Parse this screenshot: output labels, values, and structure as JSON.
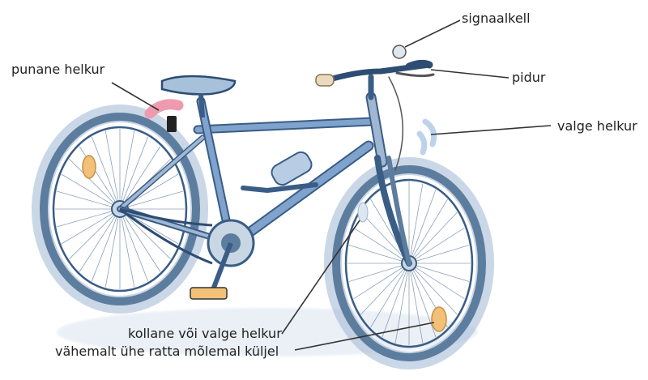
{
  "labels": {
    "bell": "signaalkell",
    "brake": "pidur",
    "red_reflector": "punane helkur",
    "white_reflector": "valge helkur",
    "wheel_reflector_line1": "kollane või valge helkur",
    "wheel_reflector_line2": "vähemalt ühe ratta mõlemal küljel"
  },
  "colors": {
    "frame": "#7fa3cc",
    "frame_dark": "#3a5d86",
    "tire": "#5d7d9f",
    "tire_shadow": "#9fb7d2",
    "red_reflector": "#ee9bb0",
    "white_reflector": "#bcd3ea",
    "yellow_reflector": "#f3c079",
    "leader_line": "#333333"
  },
  "icons": [
    "bicycle-illustration"
  ]
}
